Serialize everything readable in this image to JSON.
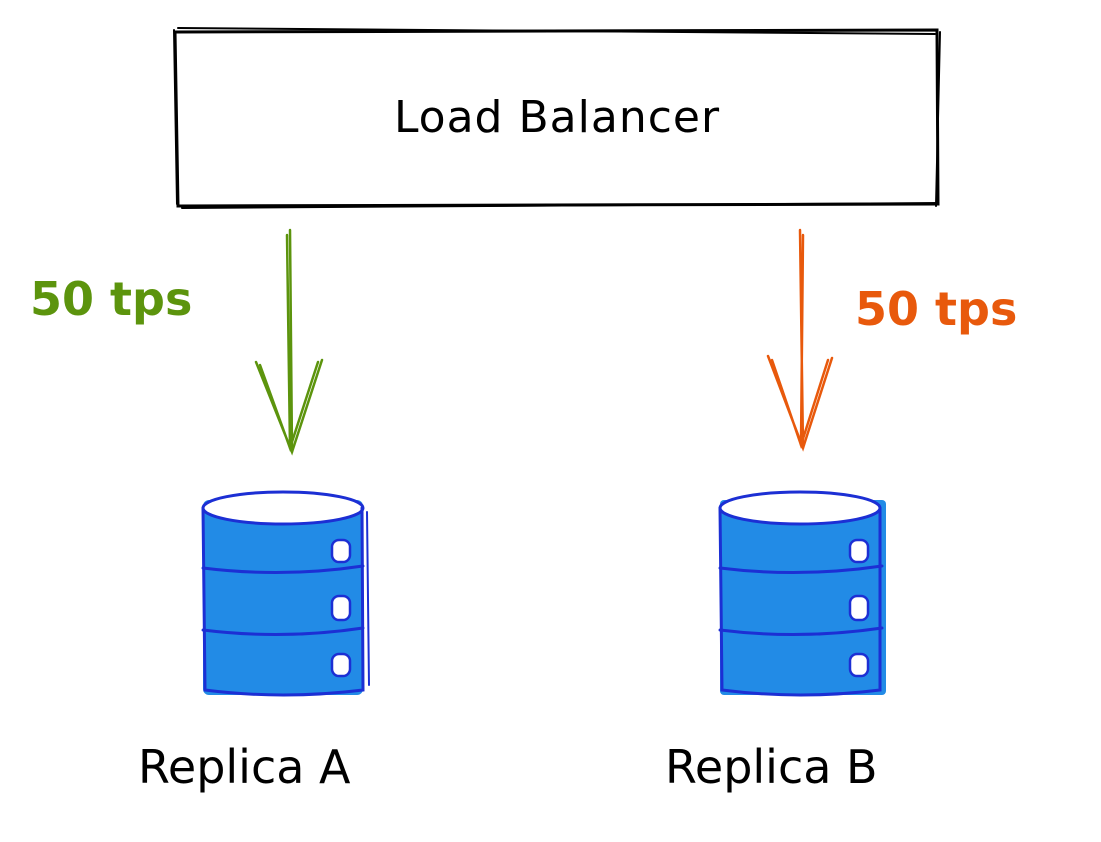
{
  "load_balancer": {
    "label": "Load Balancer"
  },
  "flows": [
    {
      "label": "50 tps",
      "color": "#5c940d",
      "target": "Replica A"
    },
    {
      "label": "50 tps",
      "color": "#e8590c",
      "target": "Replica B"
    }
  ],
  "replicas": [
    {
      "label": "Replica A",
      "fill": "#228be6",
      "stroke": "#1c2fd4"
    },
    {
      "label": "Replica B",
      "fill": "#228be6",
      "stroke": "#1c2fd4"
    }
  ]
}
